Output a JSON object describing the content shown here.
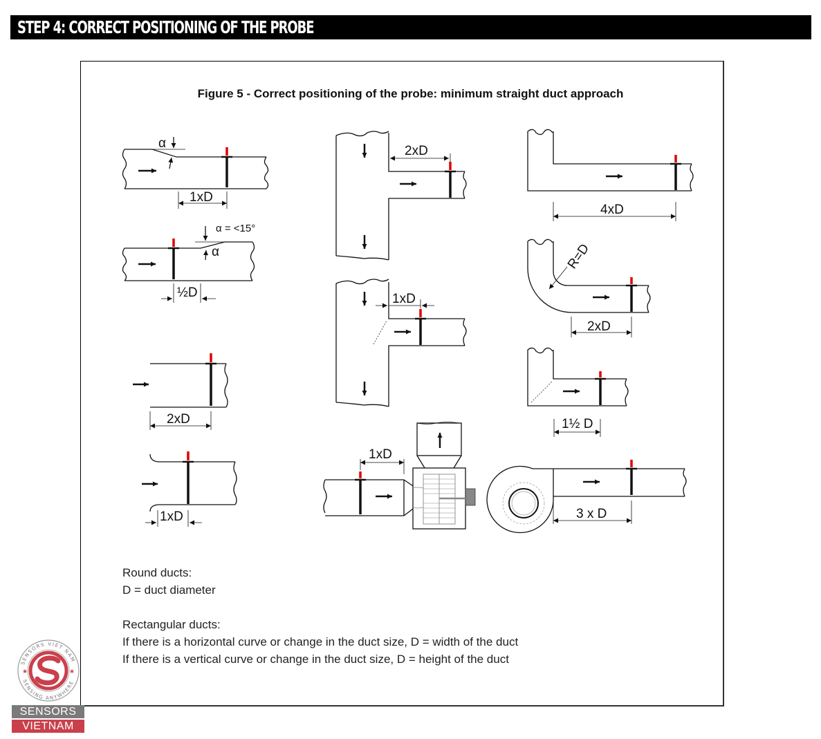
{
  "header": {
    "title": "STEP 4: CORRECT POSITIONING OF THE PROBE"
  },
  "figure": {
    "title": "Figure 5 - Correct positioning of the probe: minimum straight duct approach",
    "diagrams": [
      {
        "id": "contraction",
        "labels": {
          "angle": "α",
          "distance": "1xD"
        }
      },
      {
        "id": "expansion",
        "labels": {
          "angle_rule": "α = <15°",
          "angle": "α",
          "distance": "½D"
        }
      },
      {
        "id": "duct-inlet-straight",
        "labels": {
          "distance": "2xD"
        }
      },
      {
        "id": "duct-inlet-bellmouth",
        "labels": {
          "distance": "1xD"
        }
      },
      {
        "id": "tee-branch",
        "labels": {
          "distance": "2xD"
        }
      },
      {
        "id": "tee-branch-vanes",
        "labels": {
          "distance": "1xD"
        }
      },
      {
        "id": "fan-outlet-axial",
        "labels": {
          "distance": "1xD"
        }
      },
      {
        "id": "square-elbow",
        "labels": {
          "distance": "4xD"
        }
      },
      {
        "id": "radius-elbow",
        "labels": {
          "radius": "R=D",
          "distance": "2xD"
        }
      },
      {
        "id": "square-elbow-vanes",
        "labels": {
          "distance": "1½ D"
        }
      },
      {
        "id": "centrifugal-fan",
        "labels": {
          "distance": "3 x D"
        }
      }
    ],
    "colors": {
      "probe_tip": "#e00000",
      "line": "#111111"
    }
  },
  "notes": {
    "round_heading": "Round ducts:",
    "round_def": "D = duct diameter",
    "rect_heading": "Rectangular ducts:",
    "rect_horizontal": "If there is a horizontal curve or change in the duct size, D = width of the duct",
    "rect_vertical": "If there is a vertical curve or change in the duct size, D = height of the duct"
  },
  "logo": {
    "ring_top": "SENSORS VIET NAM",
    "ring_bottom": "SENSING ANYWHERE",
    "line1": "SENSORS",
    "line2": "VIETNAM"
  }
}
